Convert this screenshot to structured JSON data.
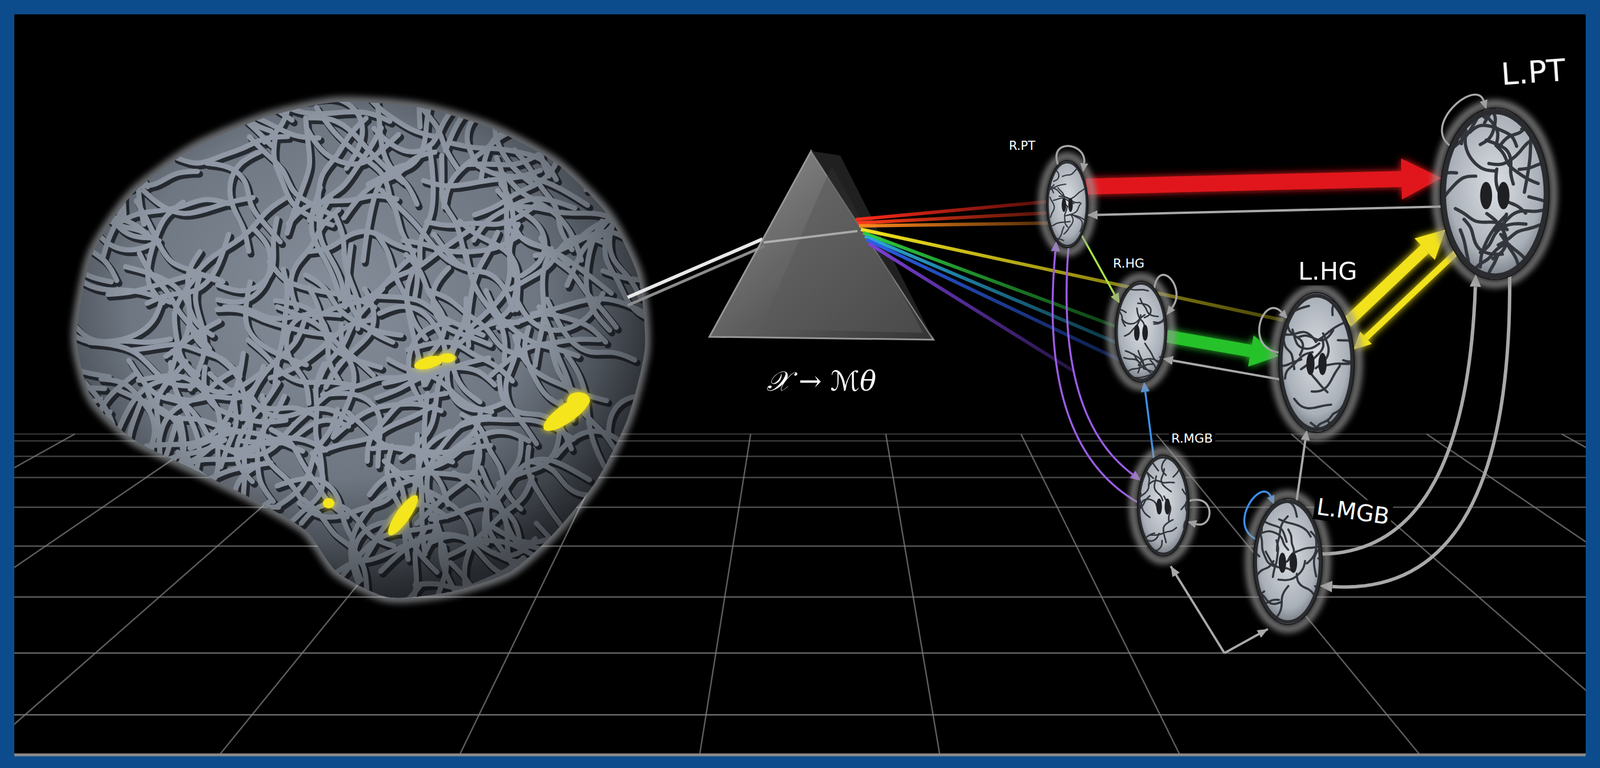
{
  "diagram": {
    "nodes": [
      {
        "text": [
          "R.PT"
        ]
      },
      {
        "text": [
          "L.PT"
        ]
      },
      {
        "text": [
          "R.HG"
        ]
      },
      {
        "text": [
          "L.HG"
        ]
      },
      {
        "text": [
          "R.MGB"
        ]
      },
      {
        "text": [
          "L.MGB"
        ]
      }
    ],
    "edges": [
      {
        "from": 0,
        "to": 1,
        "arrow": "to"
      },
      {
        "from": 1,
        "to": 0,
        "arrow": "to"
      },
      {
        "from": 0,
        "to": 2,
        "arrow": "to"
      },
      {
        "from": 0,
        "to": 4,
        "arrow": "to"
      },
      {
        "from": 4,
        "to": 0,
        "arrow": "to"
      },
      {
        "from": 4,
        "to": 2,
        "arrow": "to"
      },
      {
        "from": 2,
        "to": 3,
        "arrow": "to"
      },
      {
        "from": 3,
        "to": 2,
        "arrow": "to"
      },
      {
        "from": 3,
        "to": 1,
        "arrow": "to"
      },
      {
        "from": 1,
        "to": 3,
        "arrow": "to"
      },
      {
        "from": 5,
        "to": 3,
        "arrow": "to"
      },
      {
        "from": 5,
        "to": 1,
        "arrow": "to"
      },
      {
        "from": 1,
        "to": 5,
        "arrow": "to"
      },
      {
        "from": 0,
        "to": 0,
        "arrow": "to"
      },
      {
        "from": 1,
        "to": 1,
        "arrow": "to"
      },
      {
        "from": 2,
        "to": 2,
        "arrow": "to"
      },
      {
        "from": 3,
        "to": 3,
        "arrow": "to"
      },
      {
        "from": 4,
        "to": 4,
        "arrow": "to"
      },
      {
        "from": 5,
        "to": 5,
        "arrow": "to"
      }
    ],
    "labels": [
      "𝒳 → ℳθ"
    ]
  }
}
